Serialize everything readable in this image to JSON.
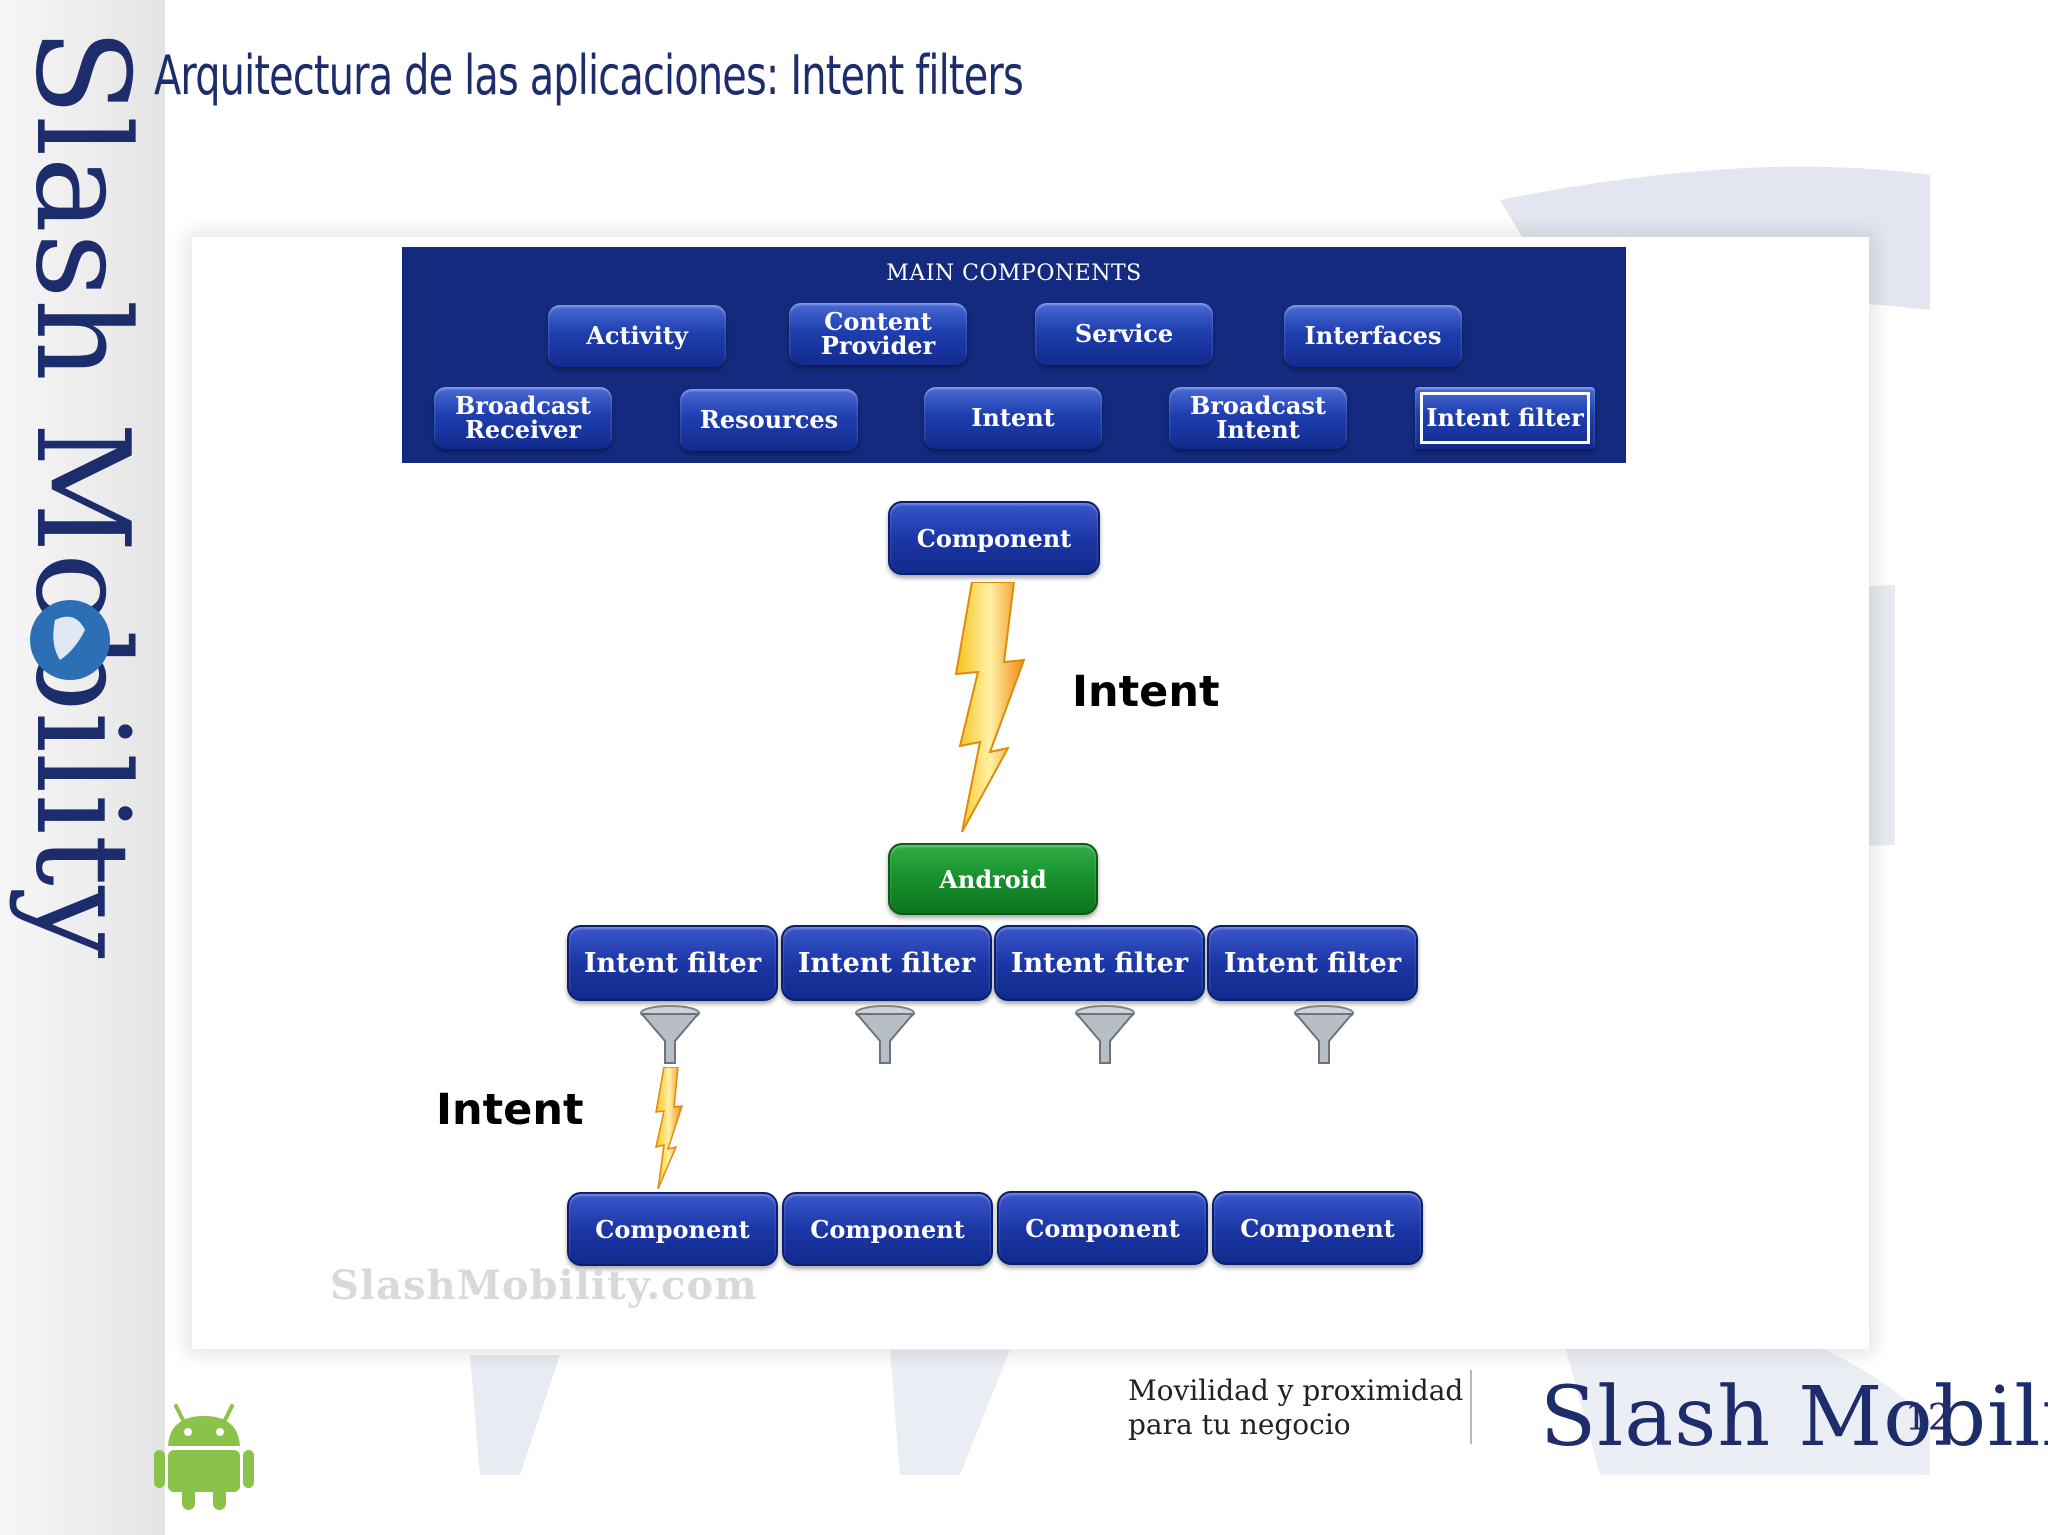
{
  "slide": {
    "title": "Arquitectura de las aplicaciones: Intent filters",
    "page_number": "12"
  },
  "brand": {
    "vertical_text": "Slash Mobility",
    "logo_text": "Slash Mobility",
    "tagline_line1": "Movilidad y proximidad",
    "tagline_line2": "para tu negocio",
    "colors": {
      "navy": "#1d2c6b",
      "panel": "#132a7e",
      "android_green": "#8bc34a"
    }
  },
  "diagram": {
    "panel_title": "MAIN COMPONENTS",
    "panel_row1": [
      {
        "line1": "Activity",
        "line2": ""
      },
      {
        "line1": "Content",
        "line2": "Provider"
      },
      {
        "line1": "Service",
        "line2": ""
      },
      {
        "line1": "Interfaces",
        "line2": ""
      }
    ],
    "panel_row2": [
      {
        "line1": "Broadcast",
        "line2": "Receiver"
      },
      {
        "line1": "Resources",
        "line2": ""
      },
      {
        "line1": "Intent",
        "line2": ""
      },
      {
        "line1": "Broadcast",
        "line2": "Intent"
      },
      {
        "line1": "Intent filter",
        "line2": "",
        "selected": true
      }
    ],
    "top_component": "Component",
    "intent_label_top": "Intent",
    "android": "Android",
    "intent_filters": [
      "Intent filter",
      "Intent filter",
      "Intent filter",
      "Intent filter"
    ],
    "intent_label_bottom": "Intent",
    "components": [
      "Component",
      "Component",
      "Component",
      "Component"
    ],
    "watermark": "SlashMobility.com"
  }
}
